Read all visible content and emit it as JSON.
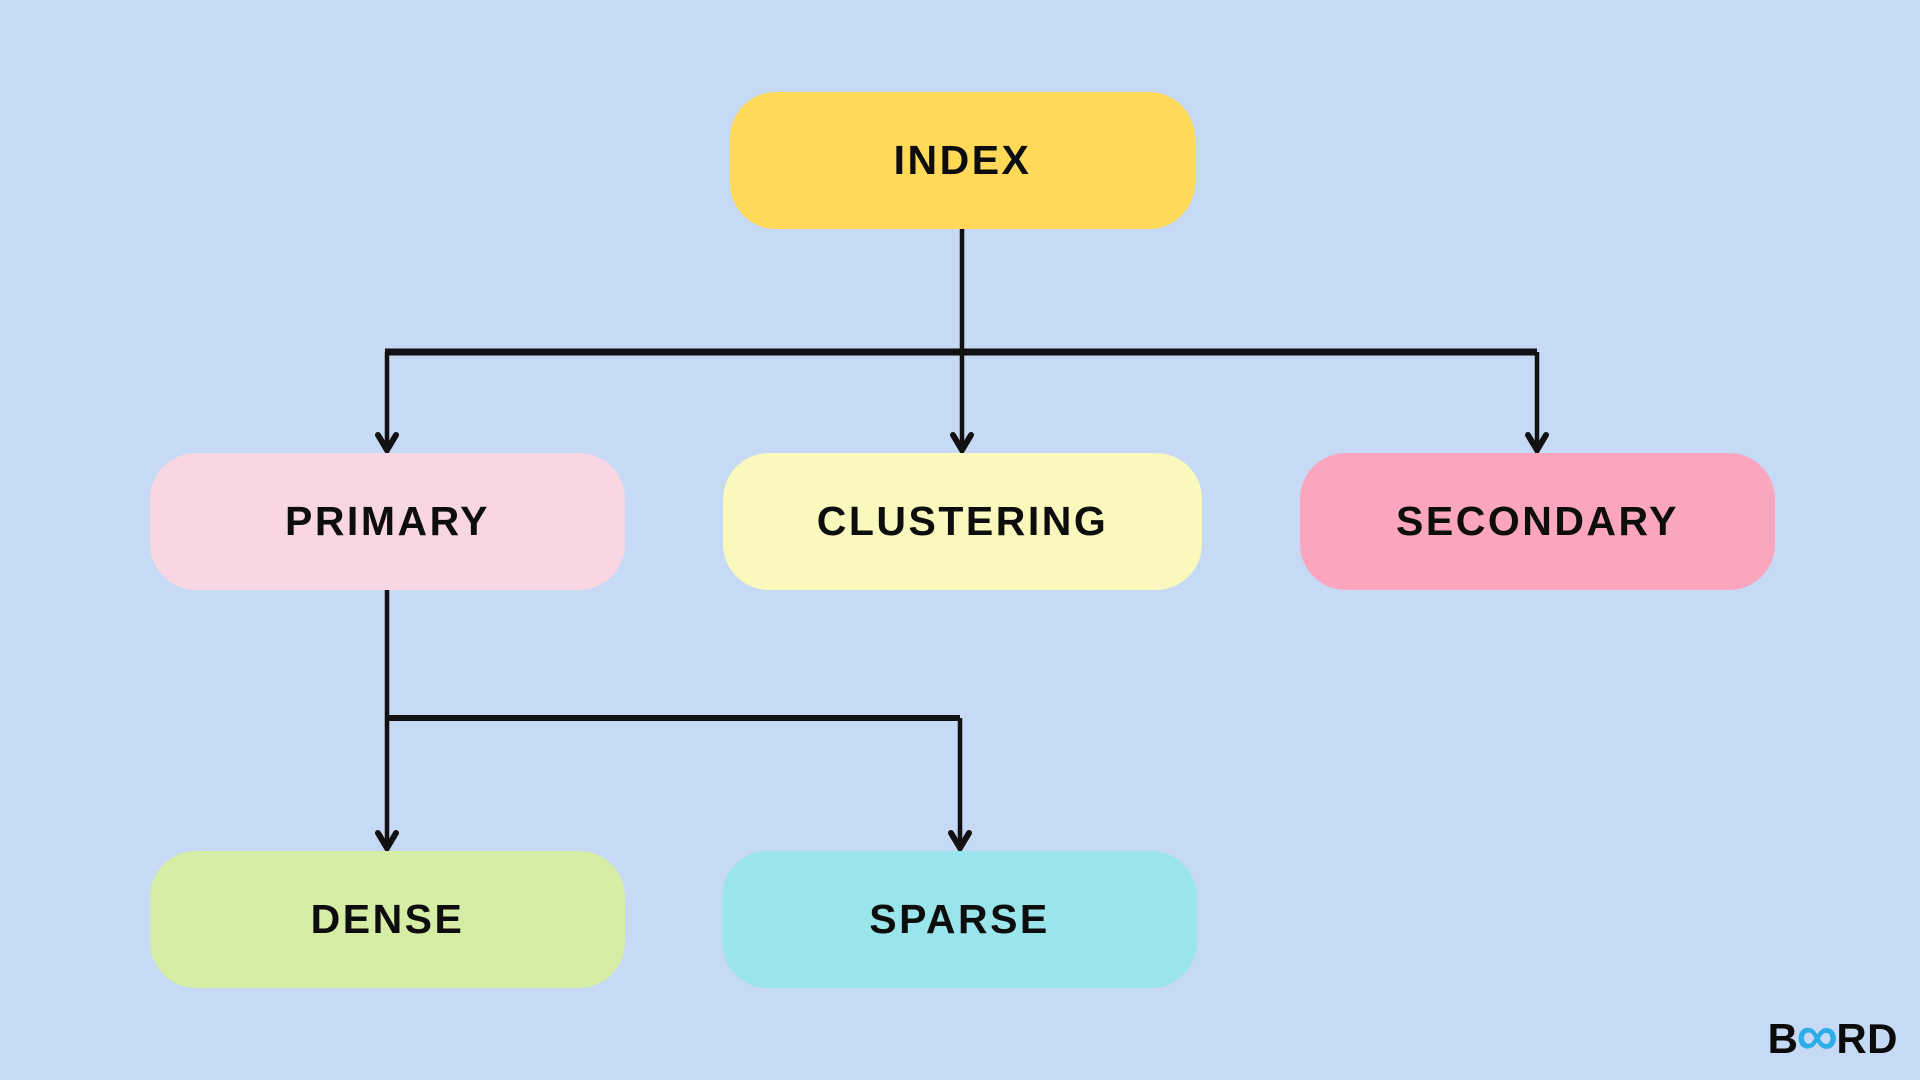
{
  "background": "#C6D9F5",
  "connector_color": "#111111",
  "text_color": "#0D0D0D",
  "nodes": {
    "index": {
      "label": "INDEX",
      "fill": "#FFD957"
    },
    "primary": {
      "label": "PRIMARY",
      "fill": "#F8D7E2"
    },
    "clustering": {
      "label": "CLUSTERING",
      "fill": "#FAF8BC"
    },
    "secondary": {
      "label": "SECONDARY",
      "fill": "#FBA6BE"
    },
    "dense": {
      "label": "DENSE",
      "fill": "#D5EDA4"
    },
    "sparse": {
      "label": "SPARSE",
      "fill": "#9AE4EC"
    }
  },
  "edges": [
    {
      "from": "index",
      "to": "primary"
    },
    {
      "from": "index",
      "to": "clustering"
    },
    {
      "from": "index",
      "to": "secondary"
    },
    {
      "from": "primary",
      "to": "dense"
    },
    {
      "from": "primary",
      "to": "sparse"
    }
  ],
  "logo": {
    "prefix": "B",
    "infinity": "∞",
    "suffix": "RD",
    "accent": "#2CAEE8",
    "text_color": "#0B0B0B"
  }
}
